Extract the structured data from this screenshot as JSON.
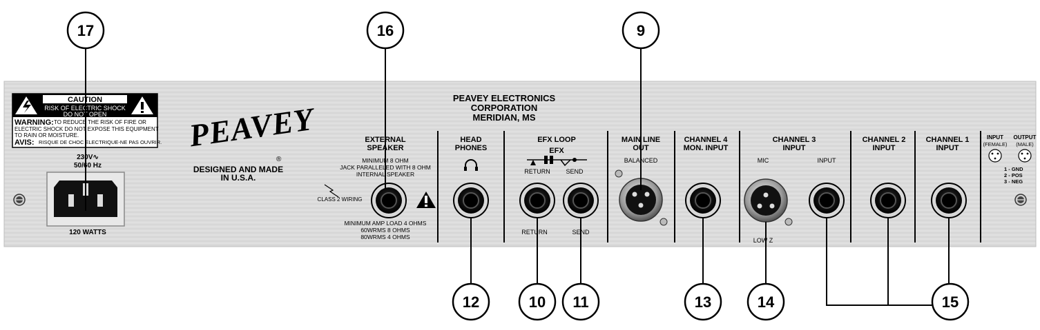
{
  "brand": {
    "company_line1": "PEAVEY ELECTRONICS",
    "company_line2": "CORPORATION",
    "company_line3": "MERIDIAN, MS",
    "logo_text": "PEAVEY",
    "registered": "®",
    "made_line1": "DESIGNED AND MADE",
    "made_line2": "IN U.S.A."
  },
  "warning_label": {
    "caution": "CAUTION",
    "line1": "RISK OF ELECTRIC SHOCK",
    "line2": "DO NOT OPEN",
    "warning_word": "WARNING:",
    "warning_text1": "TO REDUCE THE RISK OF FIRE OR",
    "warning_text2": "ELECTRIC SHOCK DO NOT EXPOSE THIS EQUIPMENT",
    "warning_text3": "TO RAIN OR MOISTURE.",
    "avis_word": "AVIS:",
    "avis_text": "RISQUE DE CHOC ELECTRIQUE-NE PAS OUVRIR."
  },
  "power": {
    "voltage": "230V∿",
    "frequency": "50/60 Hz",
    "watts": "120 WATTS"
  },
  "sections": {
    "external_speaker": {
      "title1": "EXTERNAL",
      "title2": "SPEAKER",
      "min_ohm": "MINIMUM 8 OHM",
      "jack_line1": "JACK PARALLELED WITH 8 OHM",
      "jack_line2": "INTERNAL SPEAKER",
      "class2": "CLASS 2 WIRING",
      "min_load": "MINIMUM AMP LOAD 4 OHMS",
      "rating1": "60WRMS  8 OHMS",
      "rating2": "80WRMS  4 OHMS"
    },
    "headphones": {
      "title1": "HEAD",
      "title2": "PHONES"
    },
    "efx_loop": {
      "title": "EFX LOOP",
      "efx": "EFX",
      "return_top": "RETURN",
      "send_top": "SEND",
      "return_bottom": "RETURN",
      "send_bottom": "SEND"
    },
    "main_line_out": {
      "title1": "MAIN LINE",
      "title2": "OUT",
      "sub": "BALANCED"
    },
    "channel4": {
      "title1": "CHANNEL 4",
      "title2": "MON. INPUT"
    },
    "channel3": {
      "title1": "CHANNEL 3",
      "title2": "INPUT",
      "mic": "MIC",
      "input": "INPUT",
      "lowz": "LOW Z"
    },
    "channel2": {
      "title1": "CHANNEL 2",
      "title2": "INPUT"
    },
    "channel1": {
      "title1": "CHANNEL 1",
      "title2": "INPUT"
    },
    "footswitch": {
      "input_title": "INPUT",
      "input_sub": "(FEMALE)",
      "output_title": "OUTPUT",
      "output_sub": "(MALE)",
      "pin1": "1 - GND",
      "pin2": "2 - POS",
      "pin3": "3 - NEG"
    }
  },
  "callouts": {
    "c17": "17",
    "c16": "16",
    "c9": "9",
    "c12": "12",
    "c10": "10",
    "c11": "11",
    "c13": "13",
    "c14": "14",
    "c15": "15"
  }
}
